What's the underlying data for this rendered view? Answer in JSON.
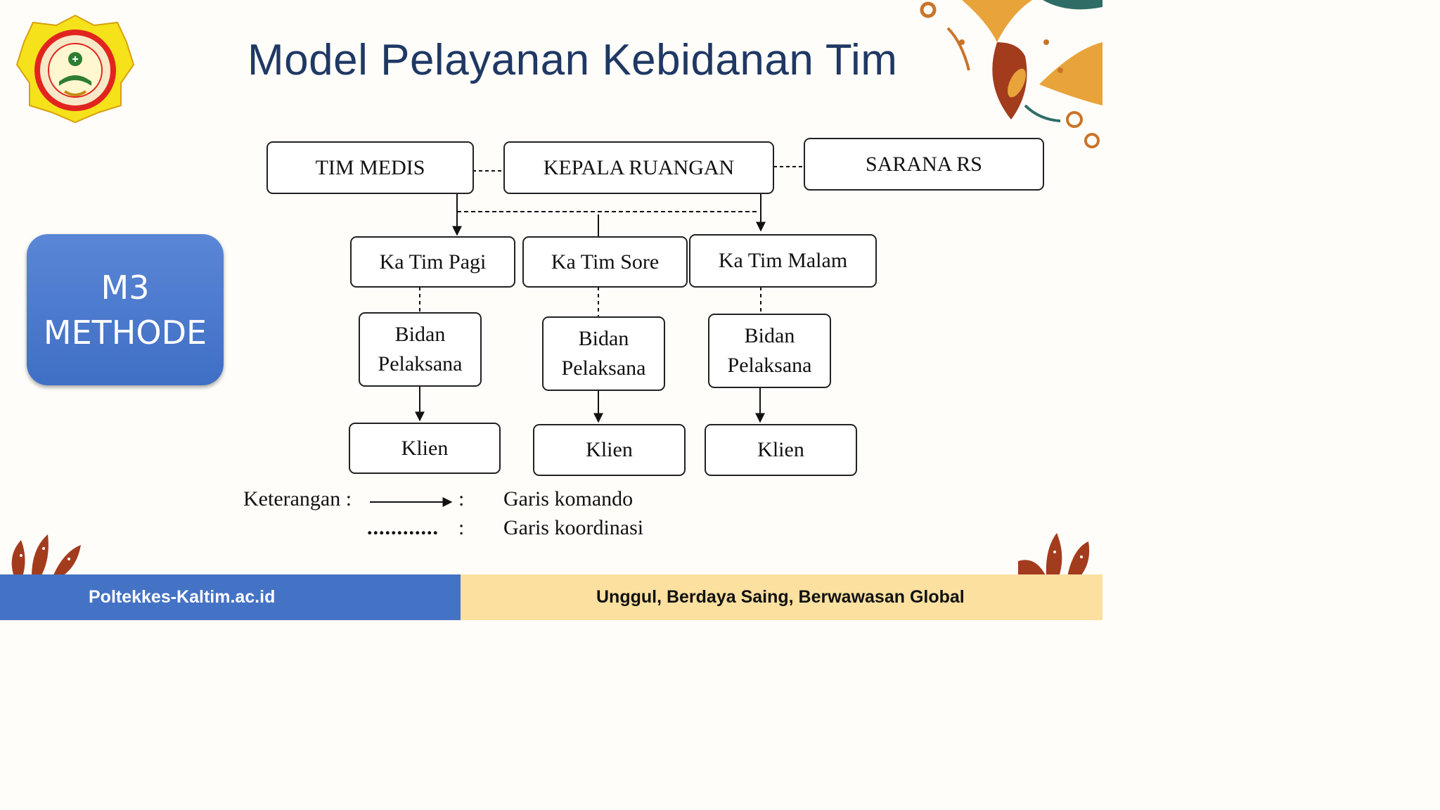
{
  "slide": {
    "title": "Model Pelayanan Kebidanan Tim",
    "badge_line1": "M3",
    "badge_line2": "METHODE"
  },
  "diagram": {
    "top_row": [
      "TIM MEDIS",
      "KEPALA RUANGAN",
      "SARANA RS"
    ],
    "team_leaders": [
      "Ka Tim Pagi",
      "Ka Tim Sore",
      "Ka Tim Malam"
    ],
    "midwife_line1": "Bidan",
    "midwife_line2": "Pelaksana",
    "client": "Klien"
  },
  "legend": {
    "label": "Keterangan :",
    "command_colon": ":",
    "command_text": "Garis komando",
    "dots": "............",
    "coord_colon": ":",
    "coord_text": "Garis koordinasi"
  },
  "footer": {
    "left": "Poltekkes-Kaltim.ac.id",
    "right": "Unggul, Berdaya Saing, Berwawasan Global"
  },
  "colors": {
    "title": "#1f3864",
    "badge": "#4472c4",
    "footer_left": "#4472c4",
    "footer_right": "#fbe0a0"
  }
}
